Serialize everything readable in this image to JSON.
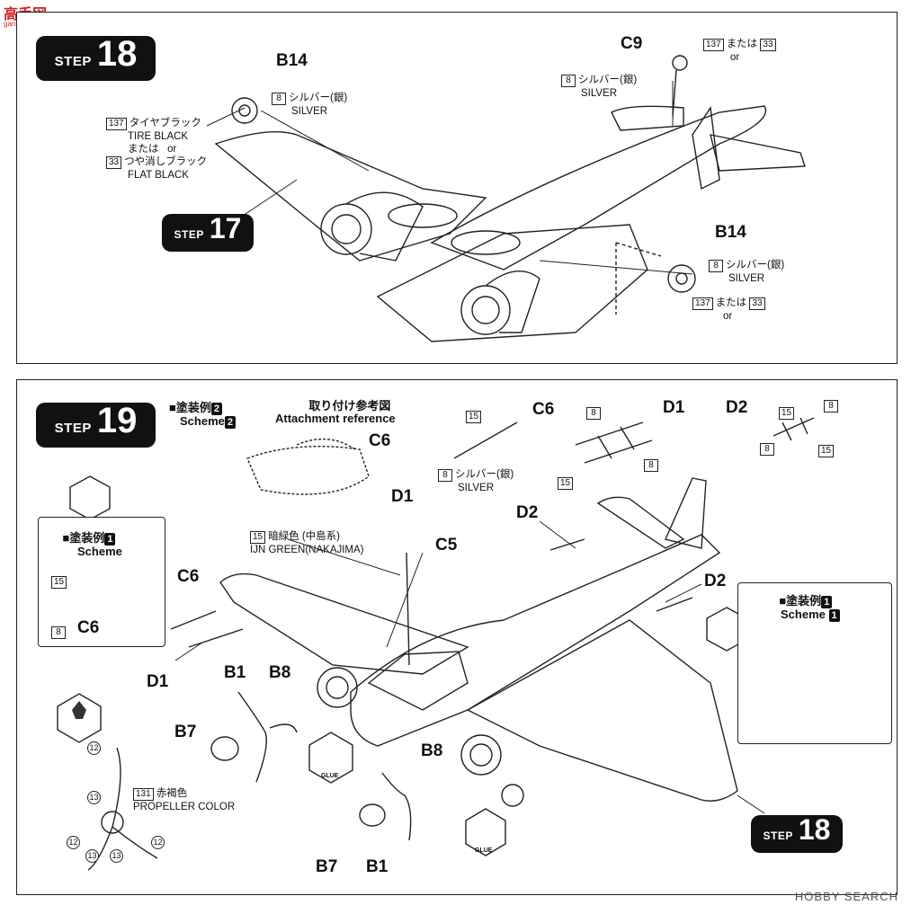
{
  "watermark_top": {
    "cn": "gan-shou.com",
    "logo": "高手网"
  },
  "watermark_bottom": "HOBBY SEARCH",
  "step18": {
    "word": "STEP",
    "number": "18",
    "b14_top": "B14",
    "c9": "C9",
    "b14_right": "B14",
    "callout_b14_top": {
      "num": "8",
      "jp": "シルバー(銀)",
      "en": "SILVER"
    },
    "callout_tire": {
      "num1": "137",
      "jp1": "タイヤブラック",
      "en1": "TIRE BLACK",
      "or_jp": "または",
      "or_en": "or",
      "num2": "33",
      "jp2": "つや消しブラック",
      "en2": "FLAT BLACK"
    },
    "callout_c9": {
      "num1": "137",
      "or_jp": "または",
      "num2": "33",
      "or_en": "or",
      "num3": "8",
      "jp": "シルバー(銀)",
      "en": "SILVER"
    },
    "callout_b14_right": {
      "num1": "8",
      "jp": "シルバー(銀)",
      "en": "SILVER",
      "num2": "137",
      "or_jp": "または",
      "num3": "33",
      "or_en": "or"
    },
    "ref_step": {
      "word": "STEP",
      "number": "17"
    }
  },
  "step19": {
    "word": "STEP",
    "number": "19",
    "scheme_jp": "塗装例",
    "scheme_num": "2",
    "scheme_en": "Scheme",
    "scheme_en_num": "2",
    "attach_jp": "取り付け参考図",
    "attach_en": "Attachment reference",
    "attach_c6": "C6",
    "attach_d1": "D1",
    "c6_top": "C6",
    "c6_num15": "15",
    "c6_num8": "8",
    "c6_jp": "シルバー(銀)",
    "c6_en": "SILVER",
    "d1_top": "D1",
    "d1_nums": [
      "8",
      "8",
      "15"
    ],
    "d2_top": "D2",
    "d2_nums": [
      "15",
      "8",
      "8",
      "15"
    ],
    "scheme1_box": {
      "jp": "塗装例",
      "num": "1",
      "en": "Scheme",
      "c6": "C6",
      "n15": "15",
      "n8": "8"
    },
    "scheme1_box_right": {
      "jp": "塗装例",
      "num": "1",
      "en": "Scheme",
      "en_num": "1"
    },
    "green_callout": {
      "num": "15",
      "jp": "暗緑色 (中島系)",
      "en": "IJN GREEN(NAKAJIMA)"
    },
    "c5": "C5",
    "d2_mid": "D2",
    "d2_right": "D2",
    "c6_left": "C6",
    "d1_left": "D1",
    "b1_a": "B1",
    "b8_a": "B8",
    "b7_a": "B7",
    "b8_b": "B8",
    "b7_b": "B7",
    "b1_b": "B1",
    "prop_callout": {
      "n12a": "12",
      "n13a": "13",
      "n131": "131",
      "jp": "赤褐色",
      "en": "PROPELLER COLOR",
      "n12b": "12",
      "n13b": "13",
      "n12c": "12",
      "n13c": "13"
    },
    "glue": "GLUE",
    "ref_step": {
      "word": "STEP",
      "number": "18"
    }
  }
}
